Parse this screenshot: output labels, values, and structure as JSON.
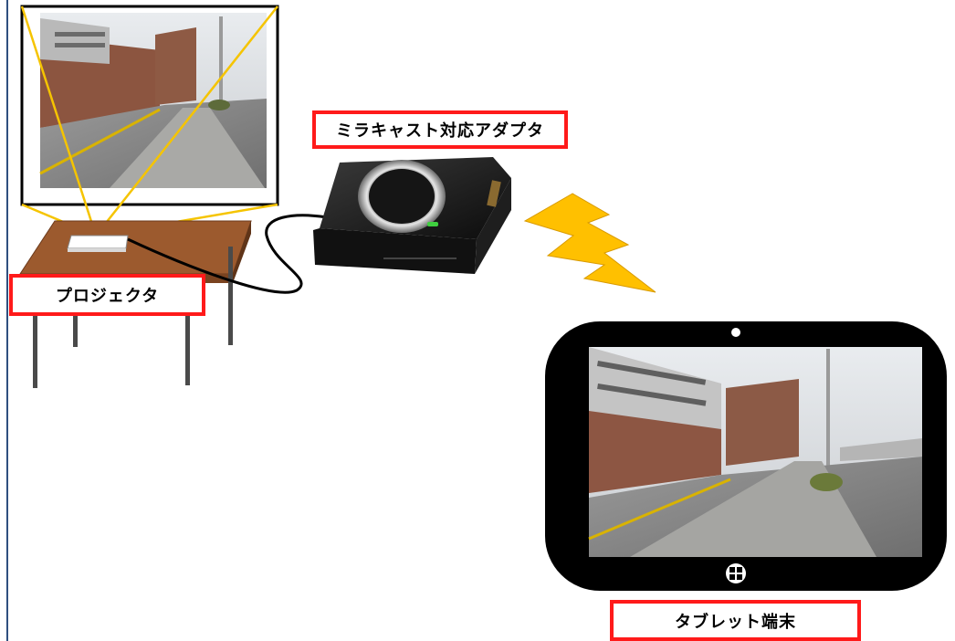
{
  "labels": {
    "projector": "プロジェクタ",
    "adapter": "ミラキャスト対応アダプタ",
    "tablet": "タブレット端末"
  },
  "colors": {
    "label_border": "#ff1a1a",
    "lightning": "#ffc000",
    "table_top": "#9c5a2e",
    "projector_beam": "#f5c400",
    "tablet_body": "#000000"
  },
  "icons": {
    "wireless_signal": "lightning-bolt-icon",
    "home_button": "windows-logo-icon"
  }
}
